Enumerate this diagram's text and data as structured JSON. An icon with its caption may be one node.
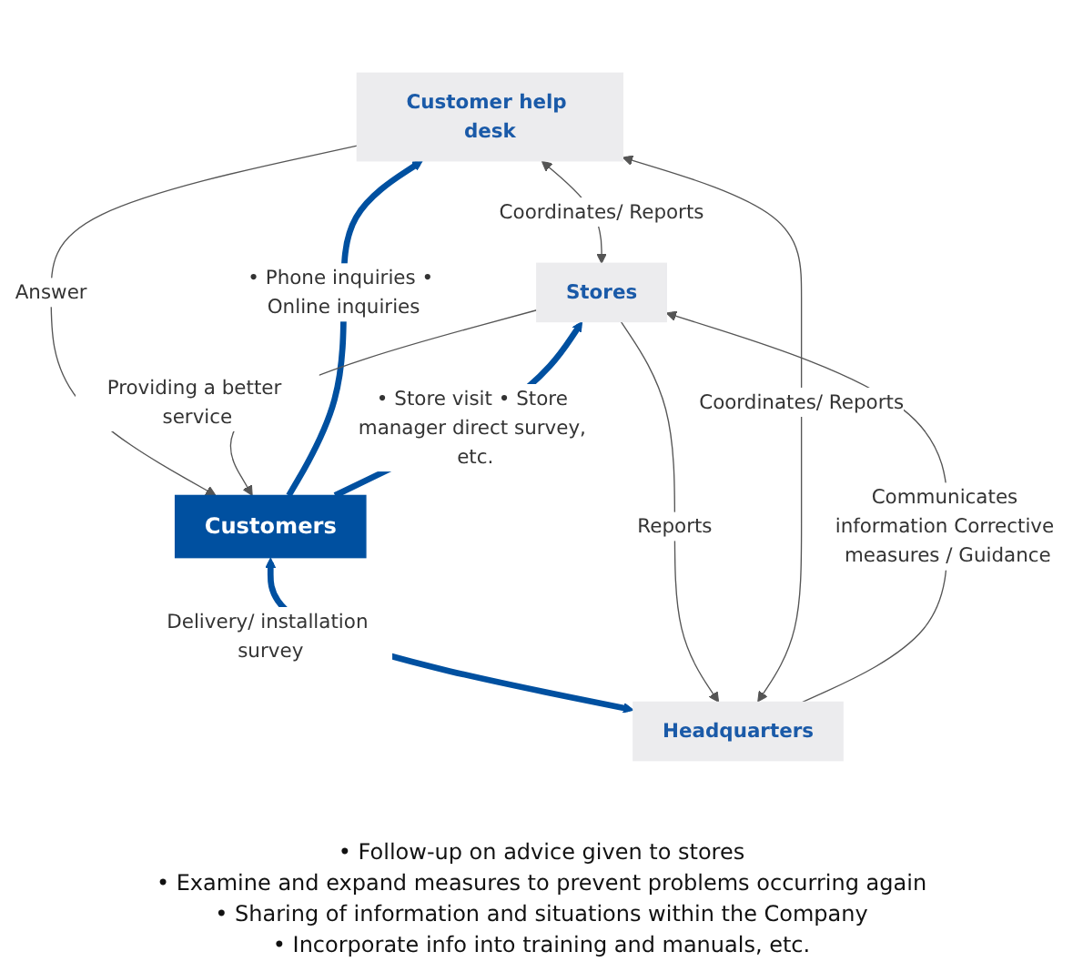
{
  "diagram": {
    "nodes": [
      {
        "text": [
          "Customer help desk"
        ]
      },
      {
        "text": [
          "Stores"
        ]
      },
      {
        "text": [
          "Customers"
        ]
      },
      {
        "text": [
          "Headquarters"
        ]
      }
    ],
    "edges": [
      {
        "from": 0,
        "to": 1,
        "arrow": "both",
        "label": "Coordinates/ Reports"
      },
      {
        "from": 0,
        "to": 2,
        "arrow": "to",
        "label": "Answer"
      },
      {
        "from": 2,
        "to": 0,
        "arrow": "to",
        "label": "• Phone inquiries • Online inquiries",
        "style": "thick",
        "color": "#0050a0"
      },
      {
        "from": 2,
        "to": 1,
        "arrow": "to",
        "label": "• Store visit • Store manager direct survey, etc.",
        "style": "thick",
        "color": "#0050a0"
      },
      {
        "from": 1,
        "to": 2,
        "arrow": "to",
        "label": "Providing a better service"
      },
      {
        "from": 2,
        "to": 3,
        "arrow": "both",
        "label": "Delivery/ installation survey",
        "style": "thick",
        "color": "#0050a0"
      },
      {
        "from": 3,
        "to": 0,
        "arrow": "both",
        "label": "Coordinates/ Reports"
      },
      {
        "from": 3,
        "to": 1,
        "arrow": "to",
        "label": "Communicates information Corrective measures / Guidance"
      },
      {
        "from": 1,
        "to": 3,
        "arrow": "to",
        "label": "Reports"
      }
    ],
    "labels": [
      "• Follow-up on advice given to stores",
      "• Examine and expand measures to prevent problems occurring again",
      "• Sharing of information and situations within the Company",
      "• Incorporate info into training and manuals, etc."
    ]
  }
}
